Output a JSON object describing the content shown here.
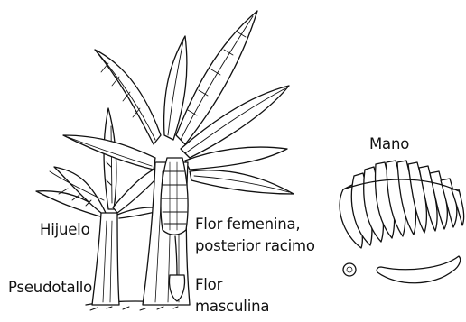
{
  "labels": {
    "mano": "Mano",
    "hijuelo": "Hijuelo",
    "flor_femenina_line1": "Flor femenina,",
    "flor_femenina_line2": "posterior racimo",
    "pseudotallo": "Pseudotallo",
    "flor_masculina_line1": "Flor",
    "flor_masculina_line2": "masculina"
  },
  "colors": {
    "ink": "#111111",
    "background": "#ffffff"
  }
}
